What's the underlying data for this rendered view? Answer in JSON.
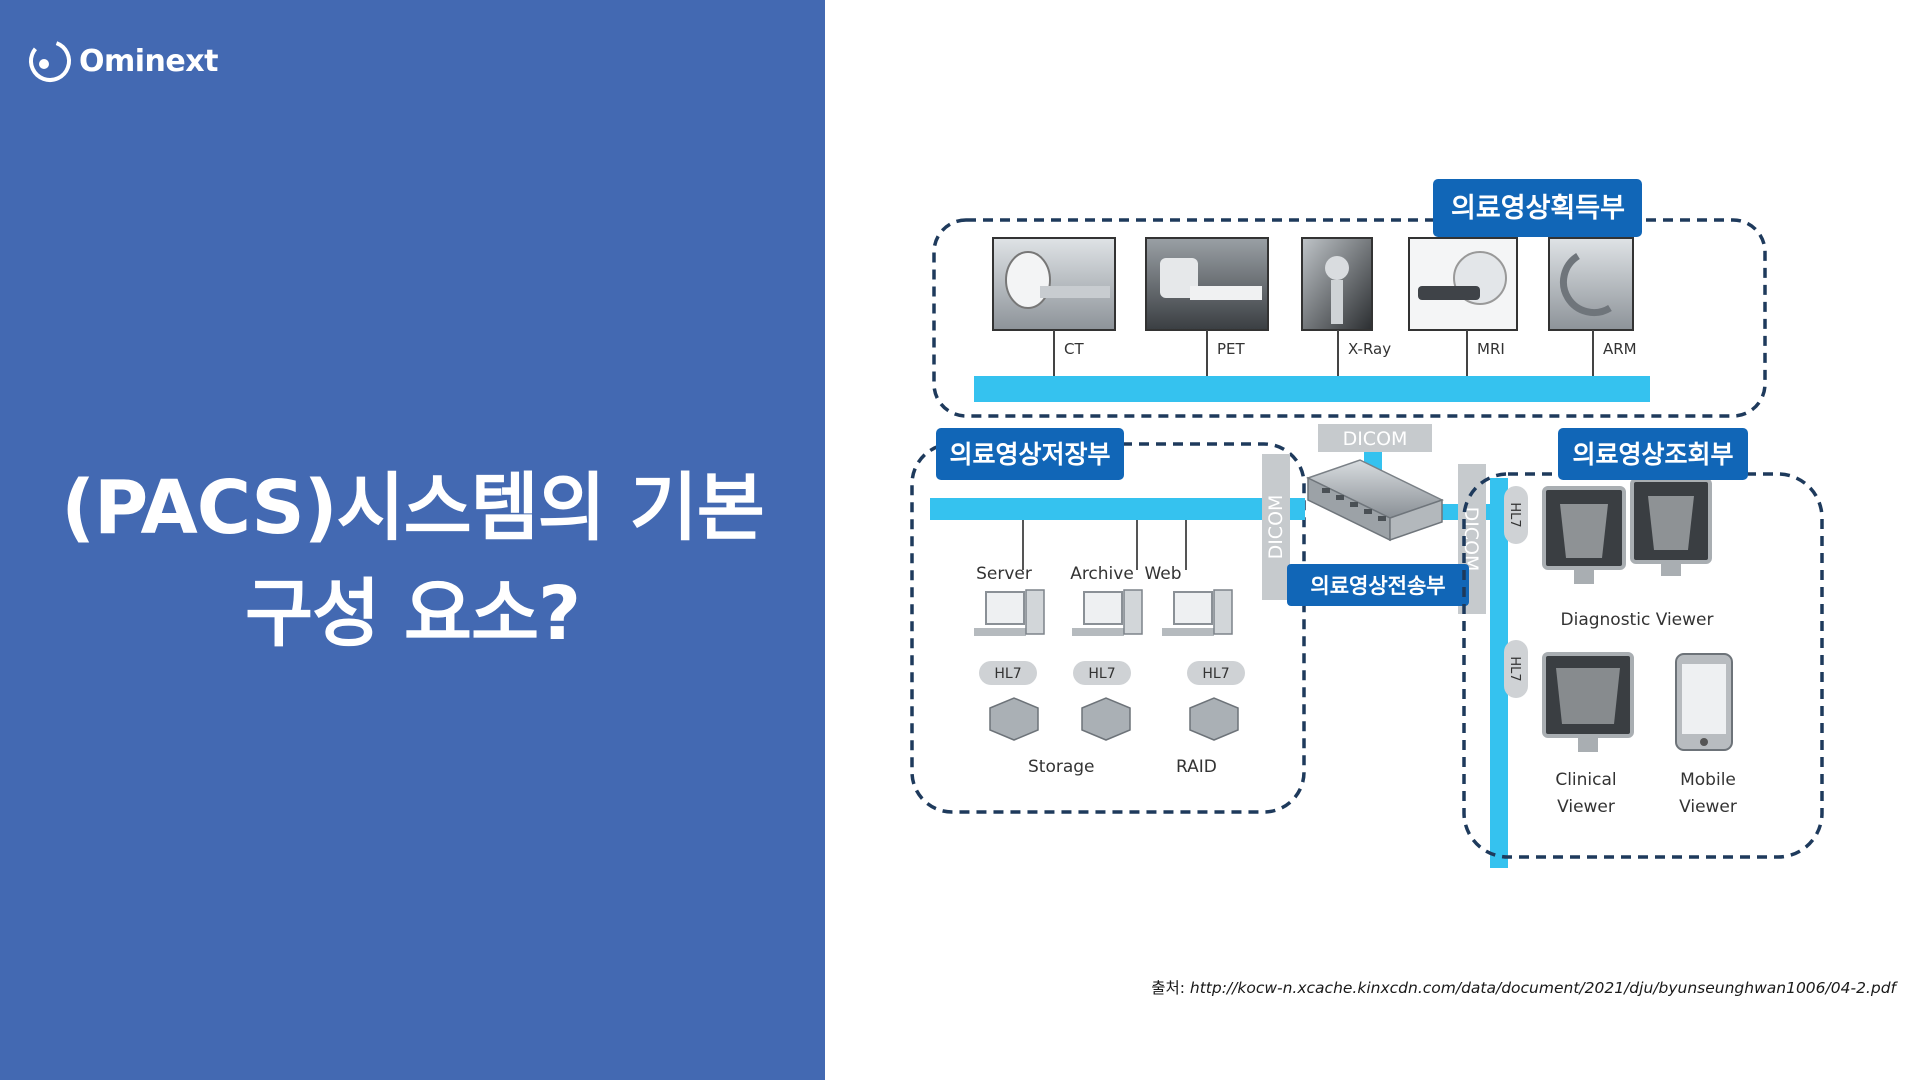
{
  "brand": {
    "name": "Ominext"
  },
  "title": {
    "line1": "(PACS)시스템의 기본",
    "line2": "구성 요소?"
  },
  "diagram": {
    "acquisition": {
      "label": "의료영상획득부",
      "devices": [
        "CT",
        "PET",
        "X-Ray",
        "MRI",
        "ARM"
      ]
    },
    "storage": {
      "label": "의료영상저장부",
      "servers": [
        "Server",
        "Archive",
        "Web"
      ],
      "hl7": "HL7",
      "storage_label": "Storage",
      "raid_label": "RAID"
    },
    "transmission": {
      "label": "의료영상전송부",
      "dicom_top": "DICOM",
      "dicom_left": "DICOM",
      "dicom_right": "DICOM"
    },
    "viewing": {
      "label": "의료영상조회부",
      "hl7_a": "HL7",
      "hl7_b": "HL7",
      "diagnostic": "Diagnostic Viewer",
      "clinical_1": "Clinical",
      "clinical_2": "Viewer",
      "mobile_1": "Mobile",
      "mobile_2": "Viewer"
    }
  },
  "source": {
    "prefix": "출처:",
    "url": "http://kocw-n.xcache.kinxcdn.com/data/document/2021/dju/byunseunghwan1006/04-2.pdf"
  },
  "colors": {
    "panel": "#4369b2",
    "label_box": "#1166b7",
    "bus": "#35c2ef",
    "dash": "#1e3a5c"
  }
}
